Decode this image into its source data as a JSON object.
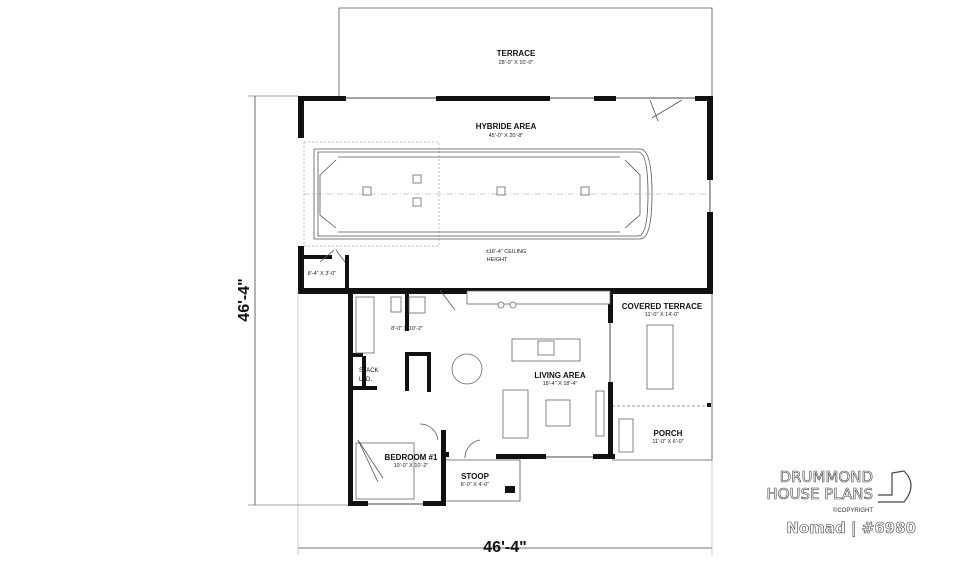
{
  "rooms": {
    "terrace": {
      "name": "TERRACE",
      "size": "28'-0\" X 10'-0\""
    },
    "hybride": {
      "name": "HYBRIDE AREA",
      "size": "45'-0\" X 20'-8\""
    },
    "ceiling_note": {
      "line1": "±16'-4\" CEILING",
      "line2": "HEIGHT"
    },
    "closet": {
      "size": "8'-4\" X 3'-0\""
    },
    "bathroom": {
      "size": "8'-0\" X 10'-2\""
    },
    "laundry": {
      "line1": "STACK",
      "line2": "L.-D."
    },
    "living": {
      "name": "LIVING AREA",
      "size": "18'-4\" X 18'-4\""
    },
    "covered_terrace": {
      "name": "COVERED TERRACE",
      "size": "11'-0\" X 14'-0\""
    },
    "porch": {
      "name": "PORCH",
      "size": "11'-0\" X 6'-0\""
    },
    "bedroom": {
      "name": "BEDROOM #1",
      "size": "10'-0\" X 10'-2\""
    },
    "stoop": {
      "name": "STOOP",
      "size": "8'-0\" X 4'-0\""
    }
  },
  "dimensions": {
    "depth": "46'-4\"",
    "width": "46'-4\""
  },
  "branding": {
    "line1": "DRUMMOND",
    "line2": "HOUSE PLANS",
    "copyright": "©COPYRIGHT",
    "plan": "Nomad | #6980"
  }
}
